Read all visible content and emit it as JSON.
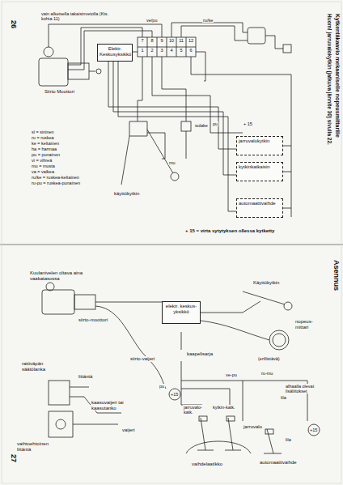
{
  "diagram": {
    "nodes": [
      {
        "text": [
          "Elektr. Keskusyksikkö"
        ]
      },
      {
        "text": [
          "jarruvalokytkin"
        ]
      },
      {
        "text": [
          "kytkinkatkaisin"
        ]
      },
      {
        "text": [
          "automaattivaihde"
        ]
      },
      {
        "text": [
          "elektr. keskus-yksikkö"
        ]
      }
    ],
    "edges": [
      {
        "from": 0,
        "to": 1,
        "arrow": "none"
      },
      {
        "from": 0,
        "to": 2,
        "arrow": "none"
      },
      {
        "from": 0,
        "to": 3,
        "arrow": "none"
      }
    ],
    "labels": [
      "26",
      "Kytkentäkaavio mekaaniselle nopeusmittarille",
      "Huom! jarruvalokytkin (jatkuva jännite 30) sivulla 22.",
      "vain alkeisella takaisinvetolla (Kts. kohta 11)",
      "ve/pu",
      "ru/ke",
      "Siirto Moottori",
      "7",
      "8",
      "9",
      "10",
      "11",
      "12",
      "1",
      "2",
      "3",
      "4",
      "5",
      "6",
      "sl = sininen",
      "ru = ruskea",
      "ke = keltainen",
      "ha = harmaa",
      "pu = punainen",
      "vi = vihreä",
      "mu = musta",
      "va = valkea",
      "ru/ke = ruskea-keltainen",
      "ru-pu = ruskea-punainen",
      "käyttökytkin",
      "sulake",
      "mu",
      "pu",
      "+ 15",
      "+ 15 = virta sytytyksen ollessa kytketty",
      "27",
      "Asennus",
      "Kuulanivelen oltava aina vaakatasossa",
      "siirto-moottori",
      "rattiväpän säätölanka",
      "liitäntä",
      "siirto-vaijeri",
      "kaasuvaijeri tai kaasutanko",
      "vaijeri",
      "vaihtoehtoinen liitäntä",
      "Käyttökytkin",
      "nopeus-mittari",
      "kaapelisarja",
      "(erillistävä)",
      "ve-pu",
      "ru-mu",
      "pu",
      "alhaalla olevat lisäliitokset",
      "jarruvalo-katk.",
      "kytkin-katk.",
      "lila",
      "+15",
      "+15",
      "vaihdelaatikko",
      "jarruvalo",
      "automaattivaihde",
      "lila"
    ]
  }
}
